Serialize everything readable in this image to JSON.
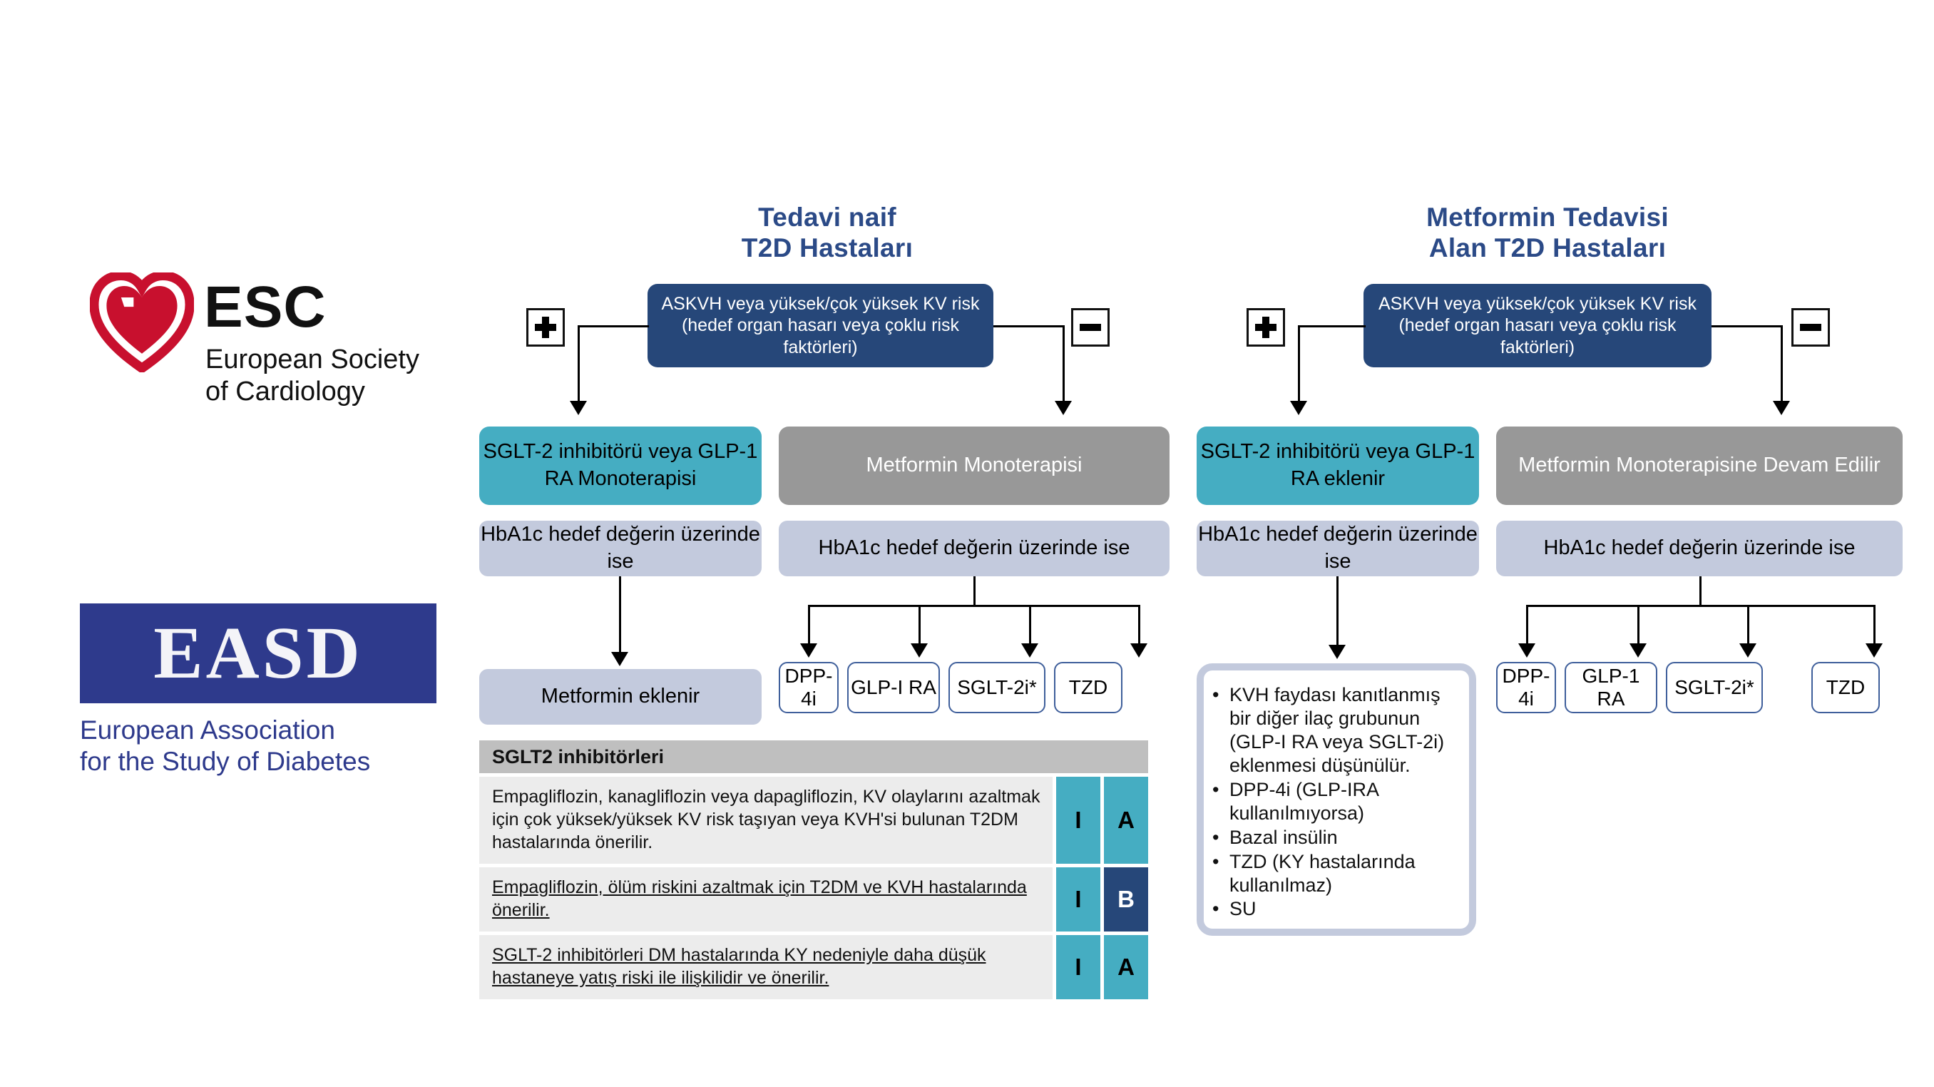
{
  "logos": {
    "esc": {
      "acronym": "ESC",
      "line1": "European Society",
      "line2": "of Cardiology"
    },
    "easd": {
      "acronym": "EASD",
      "line1": "European Association",
      "line2": "for the Study of Diabetes"
    }
  },
  "columns": [
    {
      "title_line1": "Tedavi naif",
      "title_line2": "T2D Hastaları",
      "condition_box": "ASKVH veya yüksek/çok yüksek KV risk (hedef organ hasarı veya çoklu risk faktörleri)",
      "plus_sign": "+",
      "minus_sign": "-",
      "positive_branch": {
        "treatment": "SGLT-2 inhibitörü veya GLP-1 RA Monoterapisi",
        "hba1c": "HbA1c hedef değerin üzerinde ise",
        "next_step": "Metformin eklenir"
      },
      "negative_branch": {
        "treatment": "Metformin Monoterapisi",
        "hba1c": "HbA1c hedef değerin üzerinde ise",
        "options": [
          "DPP-4i",
          "GLP-I RA",
          "SGLT-2i*",
          "TZD"
        ]
      }
    },
    {
      "title_line1": "Metformin Tedavisi",
      "title_line2": "Alan T2D Hastaları",
      "condition_box": "ASKVH veya yüksek/çok yüksek KV risk (hedef organ hasarı veya çoklu risk faktörleri)",
      "plus_sign": "+",
      "minus_sign": "-",
      "positive_branch": {
        "treatment": "SGLT-2 inhibitörü veya GLP-1 RA eklenir",
        "hba1c": "HbA1c hedef değerin üzerinde ise",
        "bullets": [
          "KVH faydası kanıtlanmış bir diğer ilaç grubunun (GLP-I RA veya SGLT-2i) eklenmesi düşünülür.",
          "DPP-4i (GLP-IRA kullanılmıyorsa)",
          "Bazal insülin",
          "TZD (KY hastalarında kullanılmaz)",
          "SU"
        ]
      },
      "negative_branch": {
        "treatment": "Metformin Monoterapisine Devam Edilir",
        "hba1c": "HbA1c hedef değerin üzerinde ise",
        "options": [
          "DPP-4i",
          "GLP-1 RA",
          "SGLT-2i*",
          "TZD"
        ]
      }
    }
  ],
  "recommendation_table": {
    "header": "SGLT2 inhibitörleri",
    "rows": [
      {
        "text": "Empagliflozin, kanagliflozin veya dapagliflozin, KV olaylarını azaltmak için çok yüksek/yüksek KV risk taşıyan veya KVH'si bulunan T2DM hastalarında önerilir.",
        "class": "I",
        "level": "A"
      },
      {
        "text": "Empagliflozin, ölüm riskini azaltmak için T2DM ve KVH hastalarında önerilir.",
        "class": "I",
        "level": "B"
      },
      {
        "text": "SGLT-2 inhibitörleri DM hastalarında KY nedeniyle daha düşük hastaneye yatış riski ile ilişkilidir ve önerilir.",
        "class": "I",
        "level": "A"
      }
    ]
  },
  "colors": {
    "navy": "#264779",
    "teal": "#45adc2",
    "gray": "#989898",
    "lavender": "#c3cadd",
    "esc_red": "#c8102e",
    "easd_blue": "#2e3a8c"
  }
}
